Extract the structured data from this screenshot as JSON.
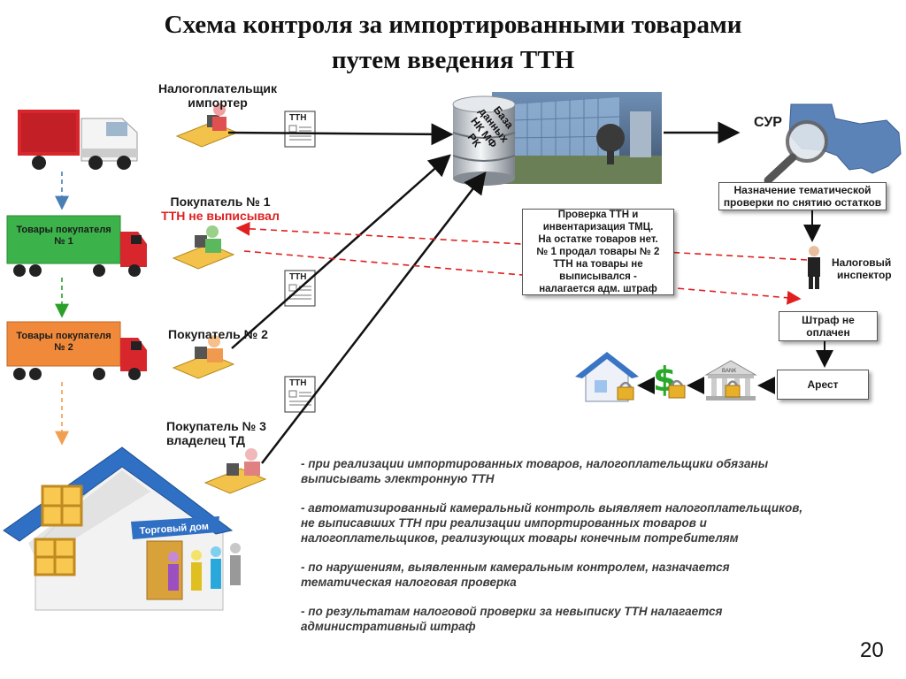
{
  "title": {
    "line1": "Схема контроля за импортированными товарами",
    "line2": "путем введения ТТН"
  },
  "actors": {
    "importer": {
      "line1": "Налогоплательщик",
      "line2": "импортер"
    },
    "buyer1": {
      "line1": "Покупатель № 1",
      "line2": "ТТН не выписывал"
    },
    "buyer2": "Покупатель № 2",
    "buyer3": {
      "line1": "Покупатель № 3",
      "line2": "владелец ТД"
    }
  },
  "document_label": "ТТН",
  "trucks": {
    "truck1": {
      "line1": "Товары покупателя",
      "line2": "№ 1",
      "color": "#3cb24a"
    },
    "truck2": {
      "line1": "Товары покупателя",
      "line2": "№ 2",
      "color": "#f08a3a"
    }
  },
  "database": {
    "line1": "База",
    "line2": "данных",
    "line3": "НК МФ",
    "line4": "РК"
  },
  "sur_label": "СУР",
  "house_sign": "Торговый дом",
  "bank_sign": "BANK",
  "boxes": {
    "thematic": {
      "line1": "Назначение тематической",
      "line2": "проверки по снятию остатков"
    },
    "check": {
      "line1": "Проверка ТТН и",
      "line2": "инвентаризация ТМЦ.",
      "line3": "На остатке товаров нет.",
      "line4": "№ 1 продал товары № 2",
      "line5": "ТТН на товары не",
      "line6": "выписывался -",
      "line7": "налагается адм. штраф"
    },
    "fine": {
      "line1": "Штраф не",
      "line2": "оплачен"
    },
    "arrest": "Арест"
  },
  "inspector": {
    "line1": "Налоговый",
    "line2": "инспектор"
  },
  "notes": [
    {
      "line1": "- при реализации  импортированных товаров, налогоплательщики обязаны",
      "line2": "выписывать электронную ТТН"
    },
    {
      "line1": "- автоматизированный камеральный контроль выявляет налогоплательщиков,",
      "line2": "не выписавших ТТН при реализации импортированных товаров и",
      "line3": "налогоплательщиков, реализующих товары конечным потребителям"
    },
    {
      "line1": "- по нарушениям, выявленным камеральным контролем, назначается",
      "line2": "тематическая налоговая проверка"
    },
    {
      "line1": "- по результатам налоговой проверки за невыписку ТТН налагается",
      "line2": "административный штраф"
    }
  ],
  "page_number": "20",
  "colors": {
    "arrow": "#111111",
    "dashed_red": "#e02020",
    "dashed_blue": "#4a7fb5",
    "dashed_green": "#2aa02a",
    "dashed_orange": "#f0a050"
  }
}
